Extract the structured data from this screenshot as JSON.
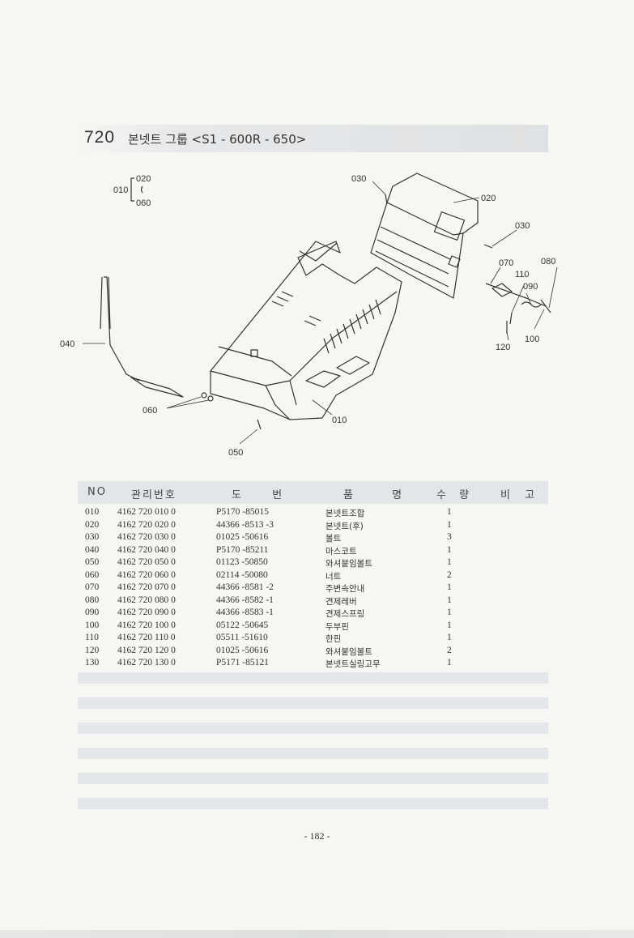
{
  "header": {
    "section_number": "720",
    "section_title": "본넷트 그룹 <S1 - 600R - 650>"
  },
  "diagram": {
    "callouts": {
      "range_label": "010",
      "range_from": "020",
      "range_to": "060",
      "c020": "020",
      "c030a": "030",
      "c030b": "030",
      "c070": "070",
      "c080": "080",
      "c090": "090",
      "c100": "100",
      "c110": "110",
      "c120": "120",
      "c040": "040",
      "c060": "060",
      "c010": "010",
      "c050": "050"
    }
  },
  "table": {
    "headers": {
      "no": "NO",
      "mgmt": "관리번호",
      "drawing": "도 번",
      "name": "품 명",
      "qty": "수 량",
      "note": "비 고"
    },
    "rows": [
      {
        "no": "010",
        "mgmt": "4162  720  010  0",
        "drawing": "P5170 -85015",
        "name": "본넷트조합",
        "qty": "1"
      },
      {
        "no": "020",
        "mgmt": "4162  720  020  0",
        "drawing": "44366 -8513 -3",
        "name": "본넷트(후)",
        "qty": "1"
      },
      {
        "no": "030",
        "mgmt": "4162  720  030  0",
        "drawing": "01025 -50616",
        "name": "볼트",
        "qty": "3"
      },
      {
        "no": "040",
        "mgmt": "4162  720  040  0",
        "drawing": "P5170 -85211",
        "name": "마스코트",
        "qty": "1"
      },
      {
        "no": "050",
        "mgmt": "4162  720  050  0",
        "drawing": "01123 -50850",
        "name": "와셔붙임볼트",
        "qty": "1"
      },
      {
        "no": "060",
        "mgmt": "4162  720  060  0",
        "drawing": "02114 -50080",
        "name": "너트",
        "qty": "2"
      },
      {
        "no": "070",
        "mgmt": "4162  720  070  0",
        "drawing": "44366 -8581 -2",
        "name": "주변속안내",
        "qty": "1"
      },
      {
        "no": "080",
        "mgmt": "4162  720  080  0",
        "drawing": "44366 -8582 -1",
        "name": "견제레버",
        "qty": "1"
      },
      {
        "no": "090",
        "mgmt": "4162  720  090  0",
        "drawing": "44366 -8583 -1",
        "name": "견제스프링",
        "qty": "1"
      },
      {
        "no": "100",
        "mgmt": "4162  720  100  0",
        "drawing": "05122 -50645",
        "name": "두부핀",
        "qty": "1"
      },
      {
        "no": "110",
        "mgmt": "4162  720  110  0",
        "drawing": "05511 -51610",
        "name": "한핀",
        "qty": "1"
      },
      {
        "no": "120",
        "mgmt": "4162  720  120  0",
        "drawing": "01025 -50616",
        "name": "와셔붙임볼트",
        "qty": "2"
      },
      {
        "no": "130",
        "mgmt": "4162  720  130  0",
        "drawing": "P5171 -85121",
        "name": "본넷트실링고무",
        "qty": "1"
      }
    ]
  },
  "footer": {
    "page_number": "- 182 -"
  }
}
